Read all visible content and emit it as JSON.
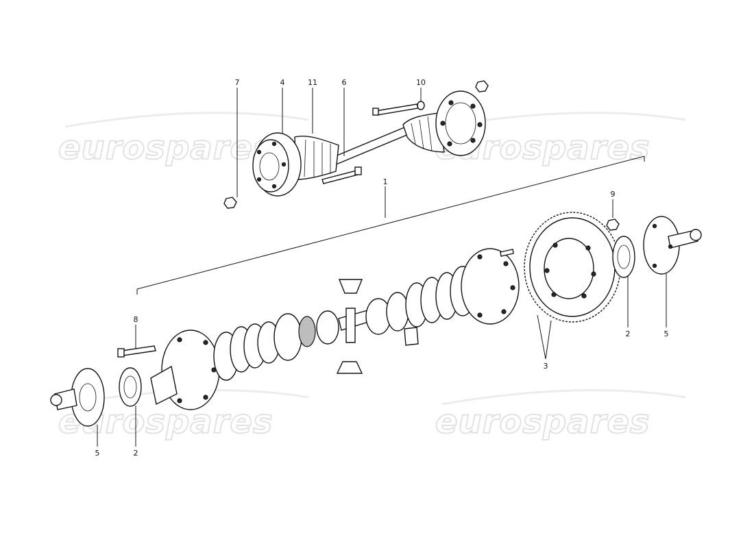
{
  "watermarks": [
    {
      "text": "eurospares"
    },
    {
      "text": "eurospares"
    },
    {
      "text": "eurospares"
    },
    {
      "text": "eurospares"
    }
  ],
  "callouts": [
    {
      "id": "c7",
      "label": "7"
    },
    {
      "id": "c4",
      "label": "4"
    },
    {
      "id": "c11",
      "label": "11"
    },
    {
      "id": "c6",
      "label": "6"
    },
    {
      "id": "c10",
      "label": "10"
    },
    {
      "id": "c1",
      "label": "1"
    },
    {
      "id": "c9",
      "label": "9"
    },
    {
      "id": "c8",
      "label": "8"
    },
    {
      "id": "c2r",
      "label": "2"
    },
    {
      "id": "c5r",
      "label": "5"
    },
    {
      "id": "c3",
      "label": "3"
    },
    {
      "id": "c5l",
      "label": "5"
    },
    {
      "id": "c2l",
      "label": "2"
    }
  ]
}
